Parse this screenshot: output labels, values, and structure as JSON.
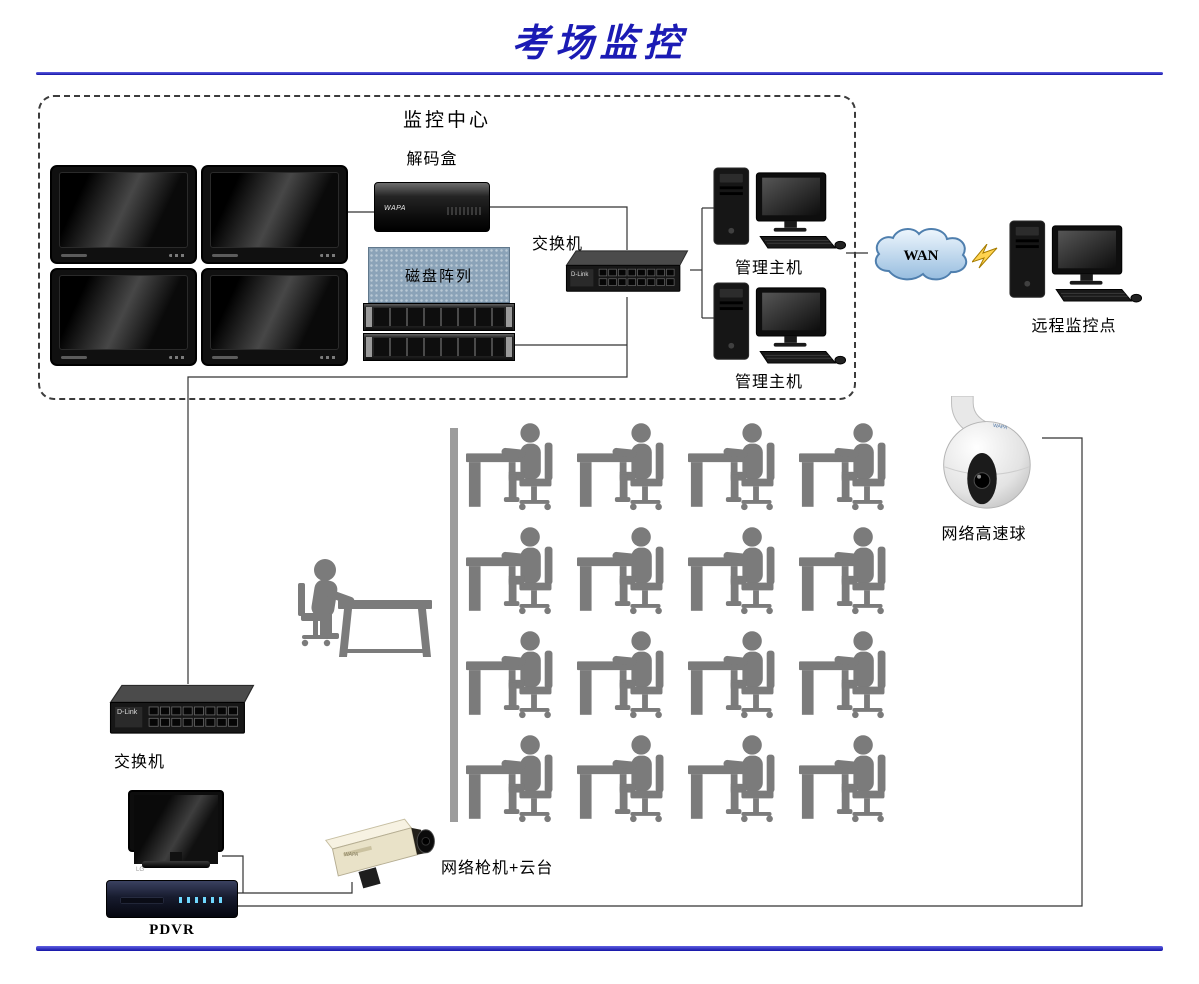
{
  "title": "考场监控",
  "colors": {
    "title": "#1b1bb4",
    "rule": "#1414a6",
    "silhouette": "#7b7b7b",
    "wire": "#333333"
  },
  "monitoring_center": {
    "label": "监控中心",
    "decoder": {
      "label": "解码盒",
      "brand": "WAPA"
    },
    "disk_array": {
      "label": "磁盘阵列"
    },
    "switch": {
      "label": "交换机",
      "brand": "D-Link"
    },
    "host_top": {
      "label": "管理主机"
    },
    "host_bottom": {
      "label": "管理主机"
    }
  },
  "wan": {
    "label": "WAN"
  },
  "remote_station": {
    "label": "远程监控点"
  },
  "dome_camera": {
    "label": "网络高速球",
    "brand": "WAPA"
  },
  "classroom": {
    "rows": 4,
    "cols": 4
  },
  "floor_switch": {
    "label": "交换机",
    "brand": "D-Link"
  },
  "display": {
    "brand": "LG"
  },
  "pdvr": {
    "label": "PDVR"
  },
  "bullet_camera": {
    "label": "网络枪机+云台",
    "brand": "WAPA"
  }
}
